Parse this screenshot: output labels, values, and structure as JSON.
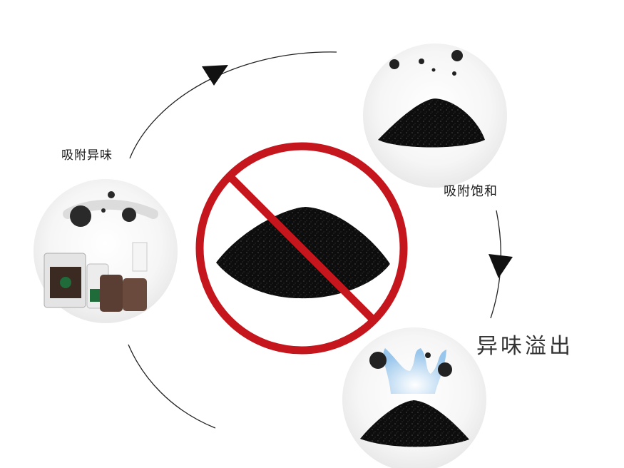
{
  "labels": {
    "adsorb_odor": "吸附异味",
    "adsorption_saturated": "吸附饱和",
    "odor_overflow": "异味溢出"
  },
  "colors": {
    "prohibition_ring": "#c4161c",
    "carbon": "#111111",
    "circle_bg": "#f2f2f2",
    "escape_plume": "#9cc8ee"
  },
  "icons": {
    "center": "no-activated-carbon-icon",
    "top_right": "carbon-pile-saturated",
    "bottom_right": "carbon-pile-odor-release",
    "left": "carbon-bags-adsorbing-odor"
  }
}
